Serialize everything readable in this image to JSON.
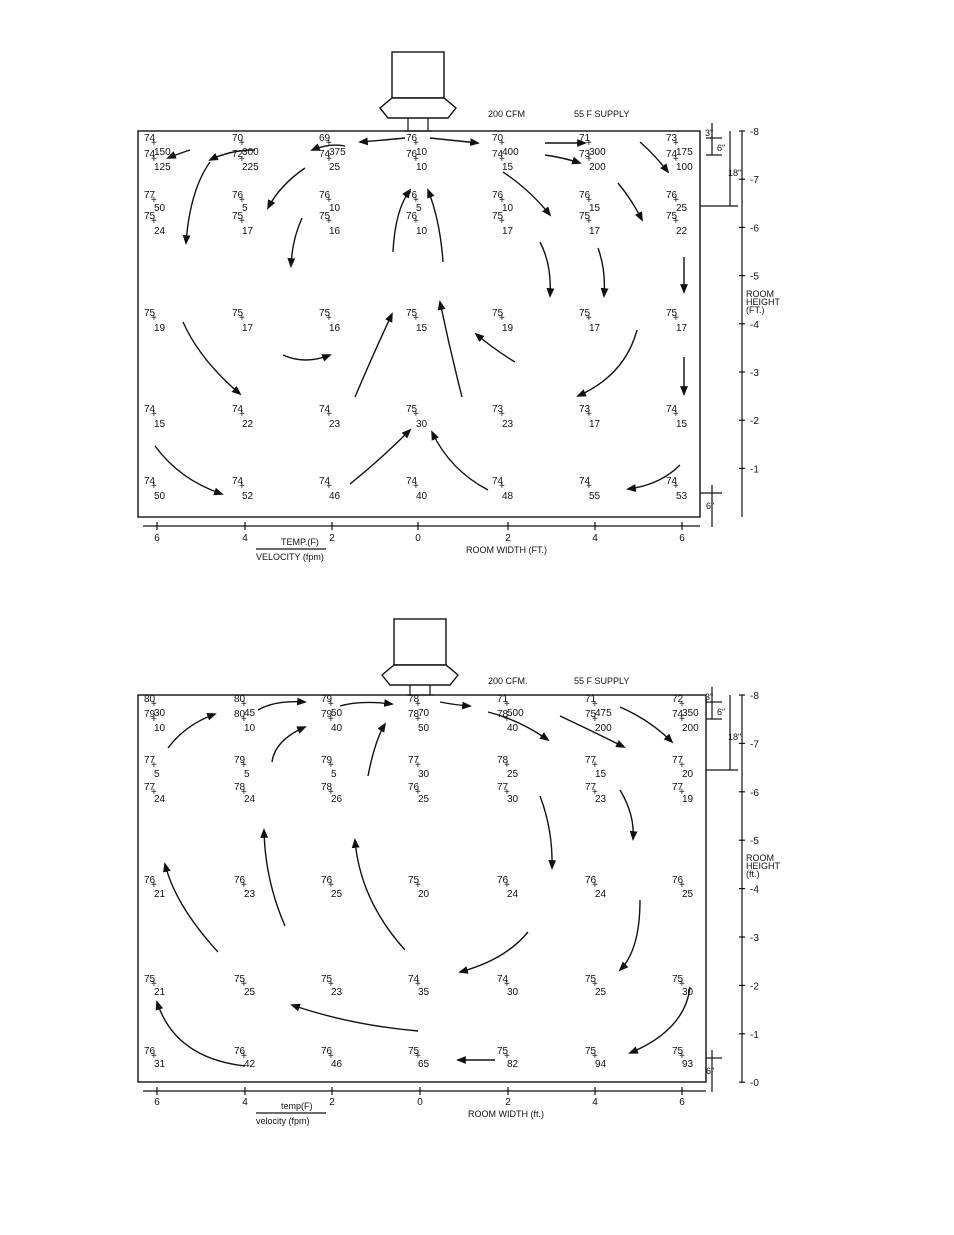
{
  "diagrams": [
    {
      "supply_cfm": "200 CFM",
      "supply_temp": "55 F SUPPLY",
      "legend_top": "TEMP.(F)",
      "legend_bottom": "VELOCITY (fpm)",
      "x_axis_title": "ROOM WIDTH (FT.)",
      "y_axis_title": [
        "ROOM",
        "HEIGHT",
        "(FT.)"
      ],
      "x_ticks": [
        "6",
        "4",
        "2",
        "0",
        "2",
        "4",
        "6"
      ],
      "y_ticks": [
        "8",
        "7",
        "6",
        "5",
        "4",
        "3",
        "2",
        "1"
      ],
      "dim_3": "3\"",
      "dim_6": "6\"",
      "dim_18": "18\"",
      "dim_6b": "6\"",
      "points": [
        {
          "t": "74",
          "v": "150"
        },
        {
          "t": "70",
          "v": "300"
        },
        {
          "t": "69",
          "v": "375"
        },
        {
          "t": "76",
          "v": "10"
        },
        {
          "t": "70",
          "v": "400"
        },
        {
          "t": "71",
          "v": "300"
        },
        {
          "t": "73",
          "v": "175"
        },
        {
          "t": "74",
          "v": "125"
        },
        {
          "t": "72",
          "v": "225"
        },
        {
          "t": "74",
          "v": "25"
        },
        {
          "t": "76",
          "v": "10"
        },
        {
          "t": "74",
          "v": "15"
        },
        {
          "t": "73",
          "v": "200"
        },
        {
          "t": "74",
          "v": "100"
        },
        {
          "t": "77",
          "v": "50"
        },
        {
          "t": "76",
          "v": "5"
        },
        {
          "t": "76",
          "v": "10"
        },
        {
          "t": "76",
          "v": "5"
        },
        {
          "t": "76",
          "v": "10"
        },
        {
          "t": "76",
          "v": "15"
        },
        {
          "t": "76",
          "v": "25"
        },
        {
          "t": "75",
          "v": "24"
        },
        {
          "t": "75",
          "v": "17"
        },
        {
          "t": "75",
          "v": "16"
        },
        {
          "t": "76",
          "v": "10"
        },
        {
          "t": "75",
          "v": "17"
        },
        {
          "t": "75",
          "v": "17"
        },
        {
          "t": "75",
          "v": "22"
        },
        {
          "t": "75",
          "v": "19"
        },
        {
          "t": "75",
          "v": "17"
        },
        {
          "t": "75",
          "v": "16"
        },
        {
          "t": "75",
          "v": "15"
        },
        {
          "t": "75",
          "v": "19"
        },
        {
          "t": "75",
          "v": "17"
        },
        {
          "t": "75",
          "v": "17"
        },
        {
          "t": "74",
          "v": "15"
        },
        {
          "t": "74",
          "v": "22"
        },
        {
          "t": "74",
          "v": "23"
        },
        {
          "t": "75",
          "v": "30"
        },
        {
          "t": "73",
          "v": "23"
        },
        {
          "t": "73",
          "v": "17"
        },
        {
          "t": "74",
          "v": "15"
        },
        {
          "t": "74",
          "v": "50"
        },
        {
          "t": "74",
          "v": "52"
        },
        {
          "t": "74",
          "v": "46"
        },
        {
          "t": "74",
          "v": "40"
        },
        {
          "t": "74",
          "v": "48"
        },
        {
          "t": "74",
          "v": "55"
        },
        {
          "t": "74",
          "v": "53"
        }
      ]
    },
    {
      "supply_cfm": "200 CFM.",
      "supply_temp": "55 F SUPPLY",
      "legend_top": "temp(F)",
      "legend_bottom": "velocity (fpm)",
      "x_axis_title": "ROOM WIDTH (ft.)",
      "y_axis_title": [
        "ROOM",
        "HEIGHT",
        "(ft.)"
      ],
      "x_ticks": [
        "6",
        "4",
        "2",
        "0",
        "2",
        "4",
        "6"
      ],
      "y_ticks": [
        "8",
        "7",
        "6",
        "5",
        "4",
        "3",
        "2",
        "1",
        "0"
      ],
      "dim_3": "3\"",
      "dim_6": "6\"",
      "dim_18": "18\"",
      "dim_6b": "6\"",
      "points": [
        {
          "t": "80",
          "v": "30"
        },
        {
          "t": "80",
          "v": "45"
        },
        {
          "t": "79",
          "v": "50"
        },
        {
          "t": "78",
          "v": "70"
        },
        {
          "t": "71",
          "v": "500"
        },
        {
          "t": "71",
          "v": "475"
        },
        {
          "t": "72",
          "v": "350"
        },
        {
          "t": "79",
          "v": "10"
        },
        {
          "t": "80",
          "v": "10"
        },
        {
          "t": "79",
          "v": "40"
        },
        {
          "t": "78",
          "v": "50"
        },
        {
          "t": "78",
          "v": "40"
        },
        {
          "t": "75",
          "v": "200"
        },
        {
          "t": "74",
          "v": "200"
        },
        {
          "t": "77",
          "v": "5"
        },
        {
          "t": "79",
          "v": "5"
        },
        {
          "t": "79",
          "v": "5"
        },
        {
          "t": "77",
          "v": "30"
        },
        {
          "t": "78",
          "v": "25"
        },
        {
          "t": "77",
          "v": "15"
        },
        {
          "t": "77",
          "v": "20"
        },
        {
          "t": "77",
          "v": "24"
        },
        {
          "t": "78",
          "v": "24"
        },
        {
          "t": "78",
          "v": "26"
        },
        {
          "t": "76",
          "v": "25"
        },
        {
          "t": "77",
          "v": "30"
        },
        {
          "t": "77",
          "v": "23"
        },
        {
          "t": "77",
          "v": "19"
        },
        {
          "t": "76",
          "v": "21"
        },
        {
          "t": "76",
          "v": "23"
        },
        {
          "t": "76",
          "v": "25"
        },
        {
          "t": "75",
          "v": "20"
        },
        {
          "t": "76",
          "v": "24"
        },
        {
          "t": "76",
          "v": "24"
        },
        {
          "t": "76",
          "v": "25"
        },
        {
          "t": "75",
          "v": "21"
        },
        {
          "t": "75",
          "v": "25"
        },
        {
          "t": "75",
          "v": "23"
        },
        {
          "t": "74",
          "v": "35"
        },
        {
          "t": "74",
          "v": "30"
        },
        {
          "t": "75",
          "v": "25"
        },
        {
          "t": "75",
          "v": "30"
        },
        {
          "t": "76",
          "v": "31"
        },
        {
          "t": "76",
          "v": "42"
        },
        {
          "t": "76",
          "v": "46"
        },
        {
          "t": "75",
          "v": "65"
        },
        {
          "t": "75",
          "v": "82"
        },
        {
          "t": "75",
          "v": "94"
        },
        {
          "t": "75",
          "v": "93"
        }
      ]
    }
  ]
}
